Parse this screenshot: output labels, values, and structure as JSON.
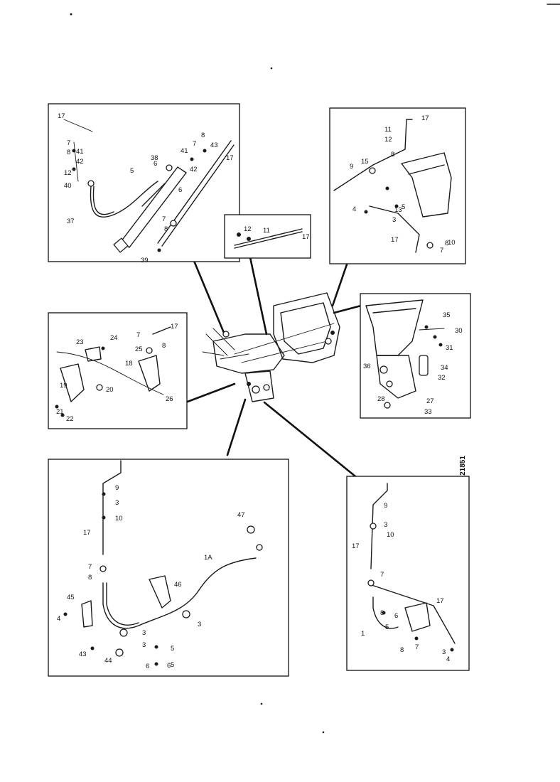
{
  "drawing_code": "21851",
  "callouts": {
    "tl": [
      "17",
      "7",
      "8",
      "41",
      "42",
      "12",
      "40",
      "37",
      "5",
      "6",
      "38",
      "41",
      "7",
      "8",
      "43",
      "17",
      "42",
      "6",
      "7",
      "8",
      "39"
    ],
    "tr": [
      "17",
      "11",
      "12",
      "8",
      "15",
      "9",
      "4",
      "5",
      "13",
      "3",
      "17",
      "10",
      "7",
      "8"
    ],
    "tc": [
      "12",
      "11",
      "17"
    ],
    "ml": [
      "23",
      "24",
      "7",
      "17",
      "25",
      "8",
      "18",
      "19",
      "20",
      "21",
      "22",
      "26"
    ],
    "mr": [
      "35",
      "30",
      "31",
      "36",
      "34",
      "32",
      "28",
      "27",
      "33"
    ],
    "bl": [
      "9",
      "3",
      "10",
      "17",
      "47",
      "1A",
      "7",
      "8",
      "46",
      "45",
      "4",
      "3",
      "3",
      "3",
      "5",
      "43",
      "44",
      "6",
      "5",
      "6"
    ],
    "br": [
      "9",
      "3",
      "10",
      "17",
      "7",
      "17",
      "8",
      "5",
      "6",
      "1",
      "8",
      "7",
      "3",
      "4"
    ]
  }
}
